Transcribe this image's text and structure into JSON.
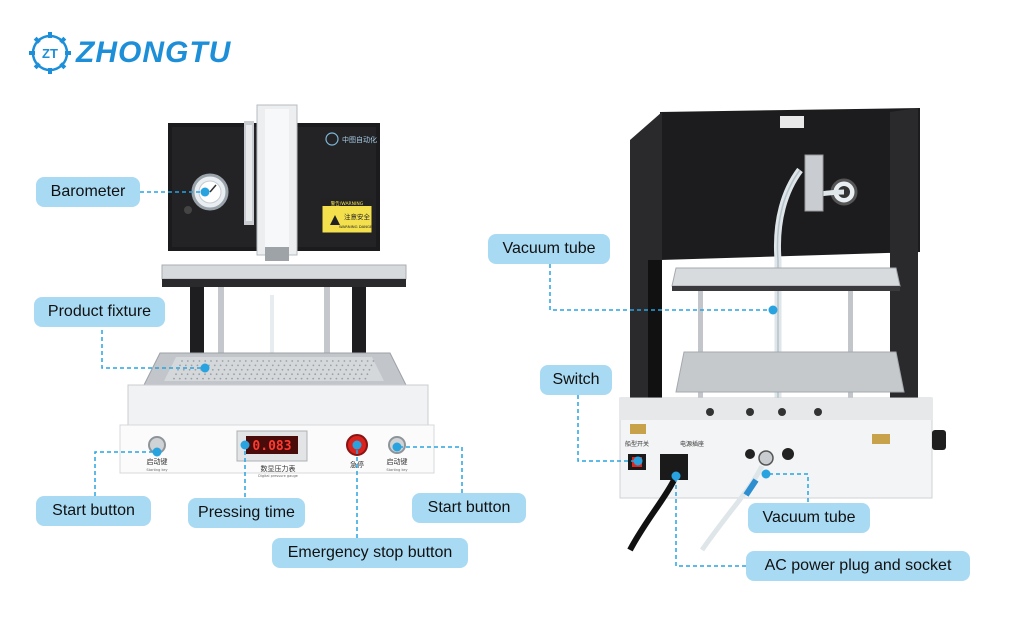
{
  "brand": {
    "monogram": "ZT",
    "name": "ZHONGTU",
    "color": "#1d8fd8"
  },
  "machine_front": {
    "panel_text": {
      "company": "中图自动化",
      "warning_title": "警告/WARNING",
      "warning_cn": "注意安全",
      "warning_en": "WARNING DANGER",
      "display_value": "0.083",
      "gauge_caption_cn": "数显压力表",
      "gauge_caption_en": "Digital pressure gauge",
      "left_key_cn": "启动键",
      "left_key_en": "Starting key",
      "right_key_cn": "启动键",
      "right_key_en": "Starting key",
      "estop_cn": "急停"
    }
  },
  "machine_side": {
    "panel_text": {
      "switch_cn": "船型开关",
      "socket_cn": "电源插座"
    }
  },
  "callouts": {
    "barometer": "Barometer",
    "product_fixture": "Product fixture",
    "start_button_left": "Start button",
    "pressing_time": "Pressing time",
    "emergency_stop": "Emergency stop button",
    "start_button_right": "Start button",
    "vacuum_tube_top": "Vacuum tube",
    "switch": "Switch",
    "vacuum_tube_bottom": "Vacuum tube",
    "ac_power": "AC power plug and socket"
  },
  "colors": {
    "callout_bg": "#a9daf3",
    "leader": "#29a3e0",
    "dot": "#29a3e0"
  }
}
